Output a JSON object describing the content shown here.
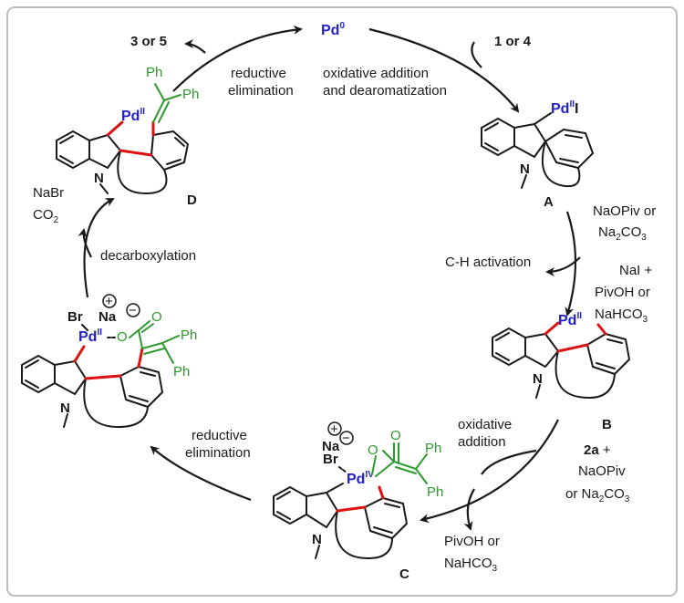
{
  "palladium": {
    "pd0": "Pd",
    "pd0_sup": "0",
    "pd": "Pd",
    "pd_ii_sup": "II",
    "pd_iv_sup": "IV"
  },
  "labels": {
    "top_left_product": "3 or 5",
    "top_right_reagent": "1 or 4",
    "intermediate_a": "A",
    "intermediate_b": "B",
    "intermediate_c": "C",
    "intermediate_d": "D",
    "iodide": "I",
    "bromide": "Br",
    "sodium": "Na",
    "oxygen": "O",
    "nitrogen": "N",
    "phenyl": "Ph",
    "plus": "+",
    "minus": "−"
  },
  "steps": {
    "reductive_elimination_top": [
      "reductive",
      "elimination"
    ],
    "oxidative_addition_top": [
      "oxidative addition",
      "and dearomatization"
    ],
    "ch_activation": "C-H activation",
    "decarboxylation": "decarboxylation",
    "oxidative_addition_bottom": [
      "oxidative",
      "addition"
    ],
    "reductive_elimination_bottom": [
      "reductive",
      "elimination"
    ]
  },
  "reagents": {
    "naopiv_na2co3": [
      "NaOPiv or",
      "Na",
      "2",
      "CO",
      "3"
    ],
    "nai_pivoh": [
      "NaI +",
      "PivOH or",
      "NaHCO",
      "3"
    ],
    "nabr_co2": [
      "NaBr",
      "CO",
      "2"
    ],
    "reagent_2a": [
      "2a",
      " +",
      "NaOPiv",
      "or Na",
      "2",
      "CO",
      "3"
    ],
    "pivoh_nahco3": [
      "PivOH or",
      "NaHCO",
      "3"
    ]
  },
  "colors": {
    "palladium": "#2222cc",
    "new_bond": "#dd1111",
    "vinyl_group": "#2e9a2e",
    "frame": "#bdbdbd"
  }
}
